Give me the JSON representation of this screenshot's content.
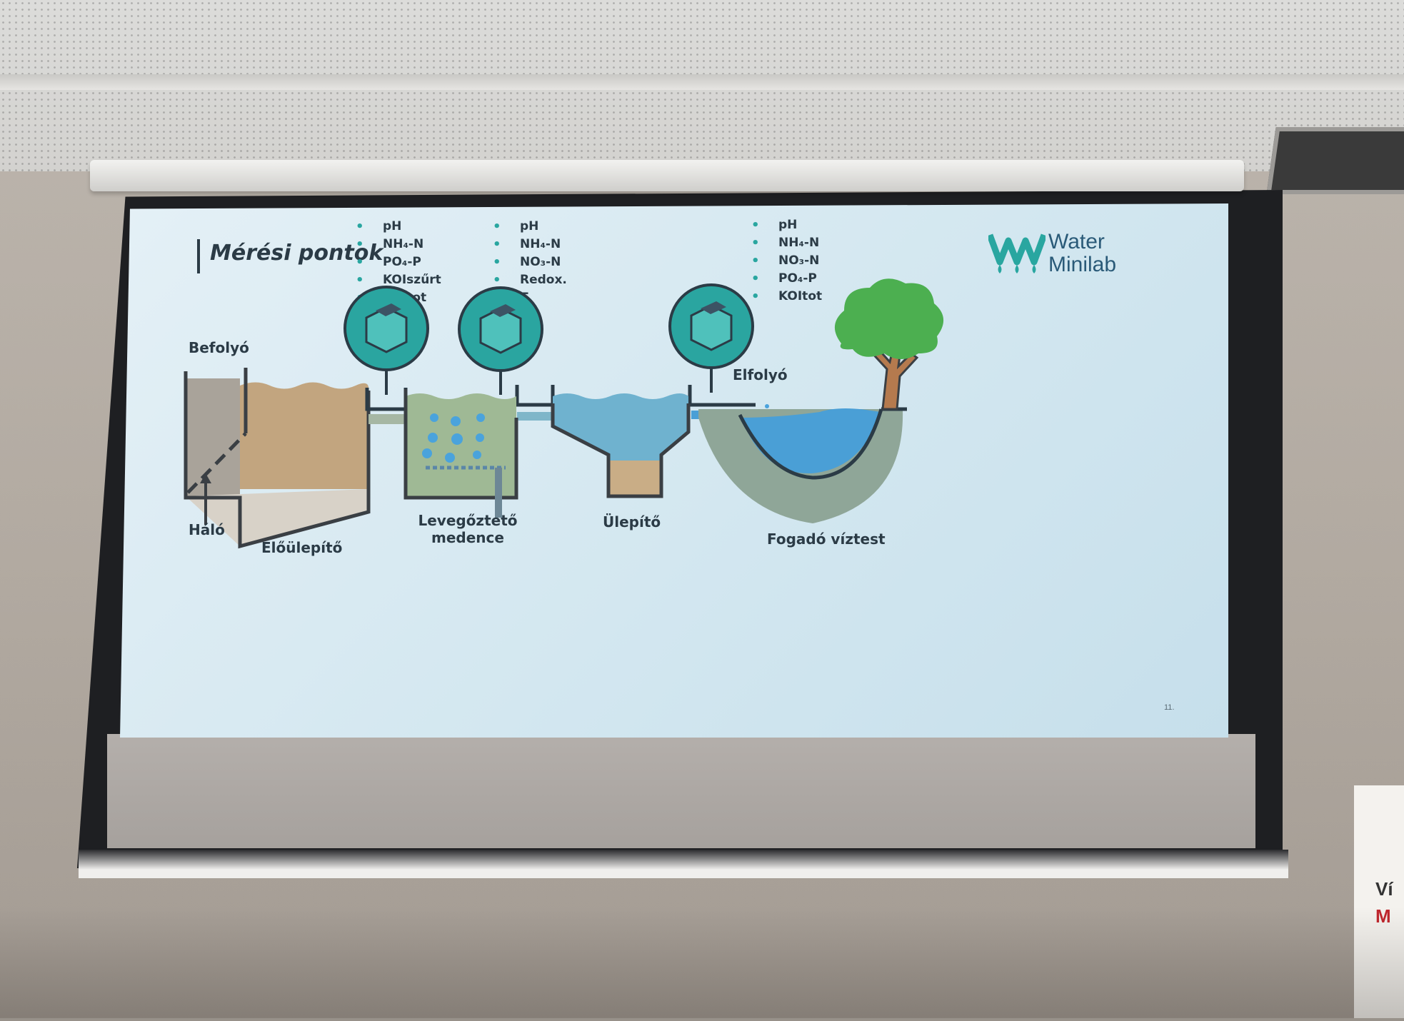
{
  "slide": {
    "title": "Mérési pontok",
    "logo": {
      "line1": "Water",
      "line2": "Minilab"
    },
    "page_number": "11.",
    "measurement_points": [
      {
        "items": [
          "pH",
          "NH₄-N",
          "PO₄-P",
          "KOIszűrt",
          "KOItot"
        ]
      },
      {
        "items": [
          "pH",
          "NH₄-N",
          "NO₃-N",
          "Redox.",
          "T"
        ]
      },
      {
        "items": [
          "pH",
          "NH₄-N",
          "NO₃-N",
          "PO₄-P",
          "KOItot"
        ]
      }
    ],
    "labels": {
      "inflow": "Befolyó",
      "outflow": "Elfolyó",
      "screen": "Háló",
      "presettler": "Előülepítő",
      "aeration_line1": "Levegőztető",
      "aeration_line2": "medence",
      "settler": "Ülepítő",
      "receiving_line": "Fogadó víztest"
    }
  },
  "poster": {
    "line1": "Ví",
    "line2": "M"
  },
  "colors": {
    "text_dark": "#2b3b46",
    "teal": "#2aa5a0",
    "water_blue": "#4aa3dc",
    "sludge_brown": "#b49a76",
    "tree_green": "#4caf50"
  }
}
